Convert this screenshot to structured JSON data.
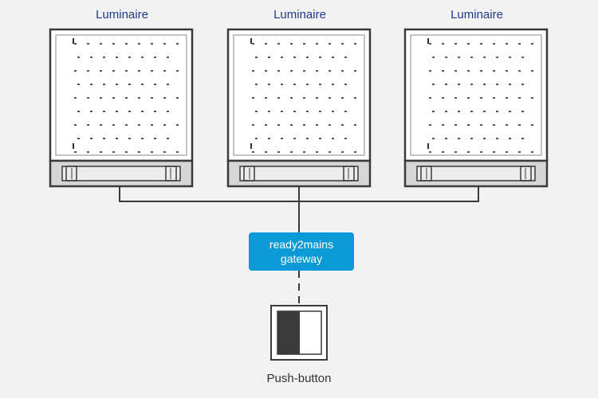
{
  "luminaires": [
    {
      "label": "Luminaire"
    },
    {
      "label": "Luminaire"
    },
    {
      "label": "Luminaire"
    }
  ],
  "gateway": {
    "line1": "ready2mains",
    "line2": "gateway"
  },
  "push_button": {
    "label": "Push-button"
  },
  "colors": {
    "background": "#f2f2f2",
    "label_blue": "#1f3a8a",
    "gateway_blue": "#0b9ad6",
    "frame": "#3a3a3a",
    "driver_fill": "#d6d6d6",
    "button_dark": "#3a3a3a"
  }
}
